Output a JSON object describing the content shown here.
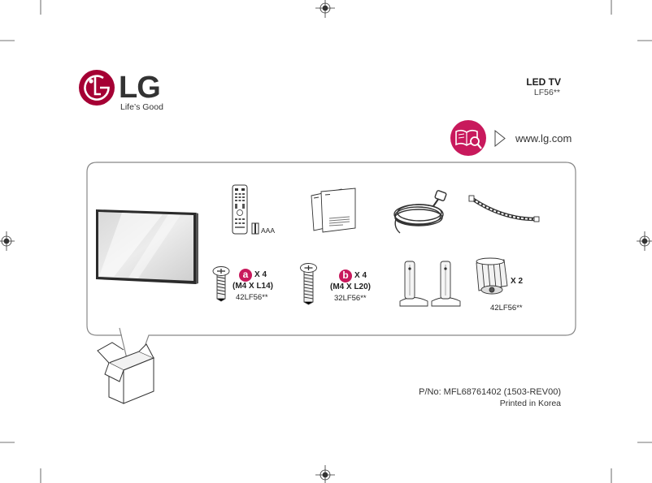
{
  "brand": {
    "name": "LG",
    "slogan": "Life’s Good",
    "logo_icon": "lg-face-logo",
    "color": "#a50034"
  },
  "product": {
    "type": "LED TV",
    "model": "LF56**"
  },
  "website": {
    "icon": "manual-search-icon",
    "arrow_icon": "triangle-arrow-icon",
    "url": "www.lg.com",
    "accent": "#c8195c"
  },
  "contents": {
    "items": [
      "tv-icon",
      "remote-control-icon",
      "battery-icon",
      "manual-icon",
      "power-cord-icon",
      "cable-strip-icon",
      "screw-icon",
      "stand-icon",
      "stand-base-icon"
    ],
    "batteries_label": "AAA",
    "screw_a": {
      "letter": "a",
      "quantity": "X 4",
      "spec": "(M4 X L14)",
      "model": "42LF56**"
    },
    "screw_b": {
      "letter": "b",
      "quantity": "X 4",
      "spec": "(M4 X L20)",
      "model": "32LF56**"
    },
    "stand_base": {
      "quantity": "X 2",
      "model": "42LF56**"
    }
  },
  "footer": {
    "part_number": "P/No: MFL68761402 (1503-REV00)",
    "printed": "Printed in Korea"
  }
}
